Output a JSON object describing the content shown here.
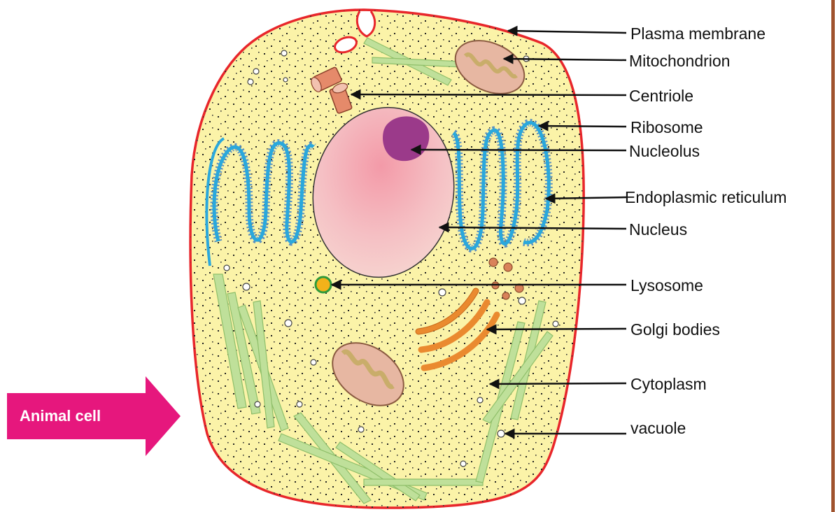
{
  "diagram": {
    "badge": {
      "text": "Animal cell",
      "color": "#e6177d"
    },
    "labels": [
      "Plasma membrane",
      "Mitochondrion",
      "Centriole",
      "Ribosome",
      "Nucleolus",
      "Endoplasmic reticulum",
      "Nucleus",
      "Lysosome",
      "Golgi bodies",
      "Cytoplasm",
      "vacuole"
    ],
    "colors": {
      "membrane": "#e8262b",
      "cytoplasm": "#fbf3a8",
      "nucleus": "#f2b8bf",
      "nucleolus": "#9b3a8a",
      "er": "#2aa8dc",
      "ribosome": "#5b8fbf",
      "mitochondrion": "#e7b7a2",
      "mito_inner": "#c9ad6a",
      "golgi": "#ea8a2f",
      "lysosome": "#f2b21a",
      "cytoskeleton": "#bfe09a",
      "border": "#a0522d"
    }
  }
}
